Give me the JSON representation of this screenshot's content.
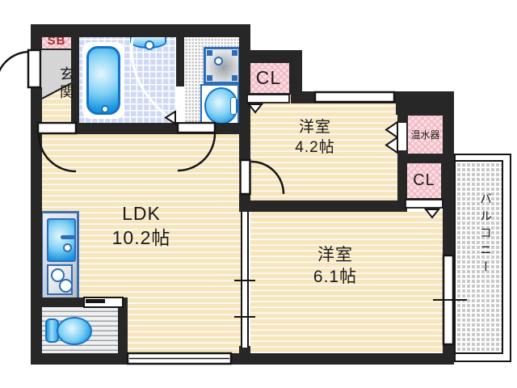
{
  "plan": {
    "rooms": {
      "ldk": {
        "label": "LDK",
        "size": "10.2帖"
      },
      "bedroom_1": {
        "label": "洋室",
        "size": "4.2帖"
      },
      "bedroom_2": {
        "label": "洋室",
        "size": "6.1帖"
      },
      "entrance": {
        "label": "玄関"
      },
      "balcony": {
        "label": "バルコニー"
      }
    },
    "storage": {
      "shoe_box": {
        "label": "SB"
      },
      "closet_upper": {
        "label": "CL"
      },
      "closet_lower": {
        "label": "CL"
      },
      "water_heater": {
        "label": "温水器"
      }
    },
    "colors": {
      "wall": "#272727",
      "wood_floor": "#f7e5bd",
      "bath_tile": "#cfd9f4",
      "closet_pink": "#fbdfe3",
      "fixture_blue": "#1e97e0",
      "shoe_box_text": "#a03030",
      "balcony_gray": "#c9c9c9"
    }
  }
}
